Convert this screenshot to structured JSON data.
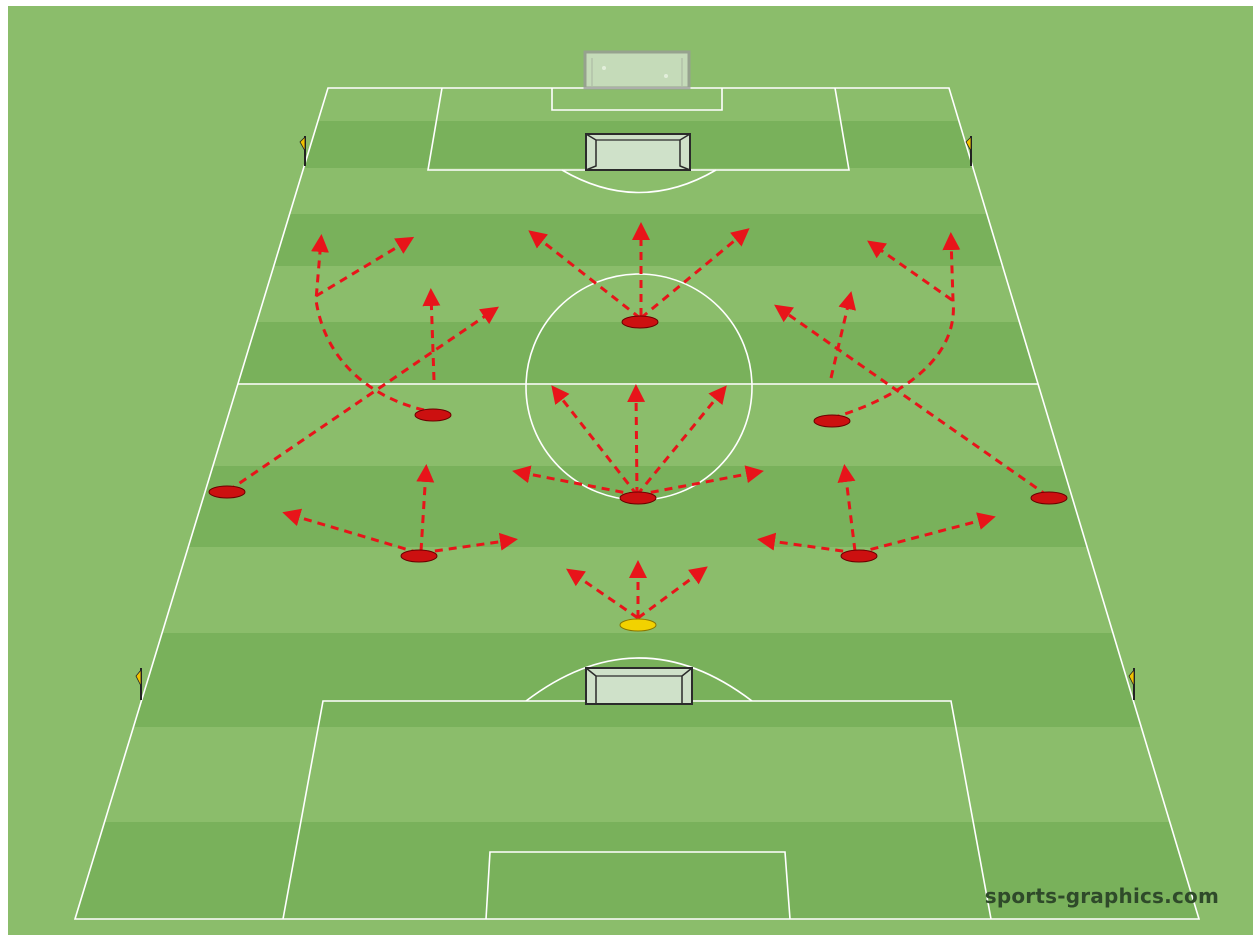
{
  "watermark": "sports-graphics.com",
  "colors": {
    "grass_light": "#8bbd6b",
    "grass_dark": "#79b15b",
    "background": "#8bbd6b",
    "line": "#ffffff",
    "arrow": "#e8141a",
    "player": "#cc1010",
    "keeper": "#f2d200",
    "goal_frame": "#2b2b2b",
    "goal_net": "#cfe1c9"
  },
  "players": [
    {
      "role": "goalkeeper",
      "color": "keeper-yellow"
    },
    {
      "role": "left-back",
      "color": "team-red"
    },
    {
      "role": "right-back",
      "color": "team-red"
    },
    {
      "role": "left-wing-back",
      "color": "team-red"
    },
    {
      "role": "defensive-midfielder",
      "color": "team-red"
    },
    {
      "role": "right-wing-back",
      "color": "team-red"
    },
    {
      "role": "left-midfielder",
      "color": "team-red"
    },
    {
      "role": "right-midfielder",
      "color": "team-red"
    },
    {
      "role": "attacking-midfielder",
      "color": "team-red"
    }
  ]
}
